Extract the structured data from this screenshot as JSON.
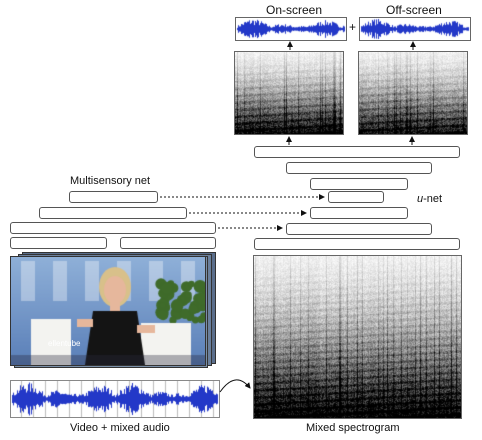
{
  "labels": {
    "on_screen": "On-screen",
    "off_screen": "Off-screen",
    "plus": "+",
    "multisensory_net": "Multisensory net",
    "u_net_prefix": "u",
    "u_net_suffix": "-net",
    "video_caption": "Video + mixed audio",
    "spectrogram_caption": "Mixed spectrogram",
    "video_watermark": "ellentube"
  },
  "colors": {
    "waveform": "#2338c8",
    "bar_border": "#555555",
    "arrow": "#111111",
    "stage_blue": "#5a7fb8",
    "dress": "#141414",
    "skin": "#e6b79c",
    "hair": "#d8c08a"
  }
}
